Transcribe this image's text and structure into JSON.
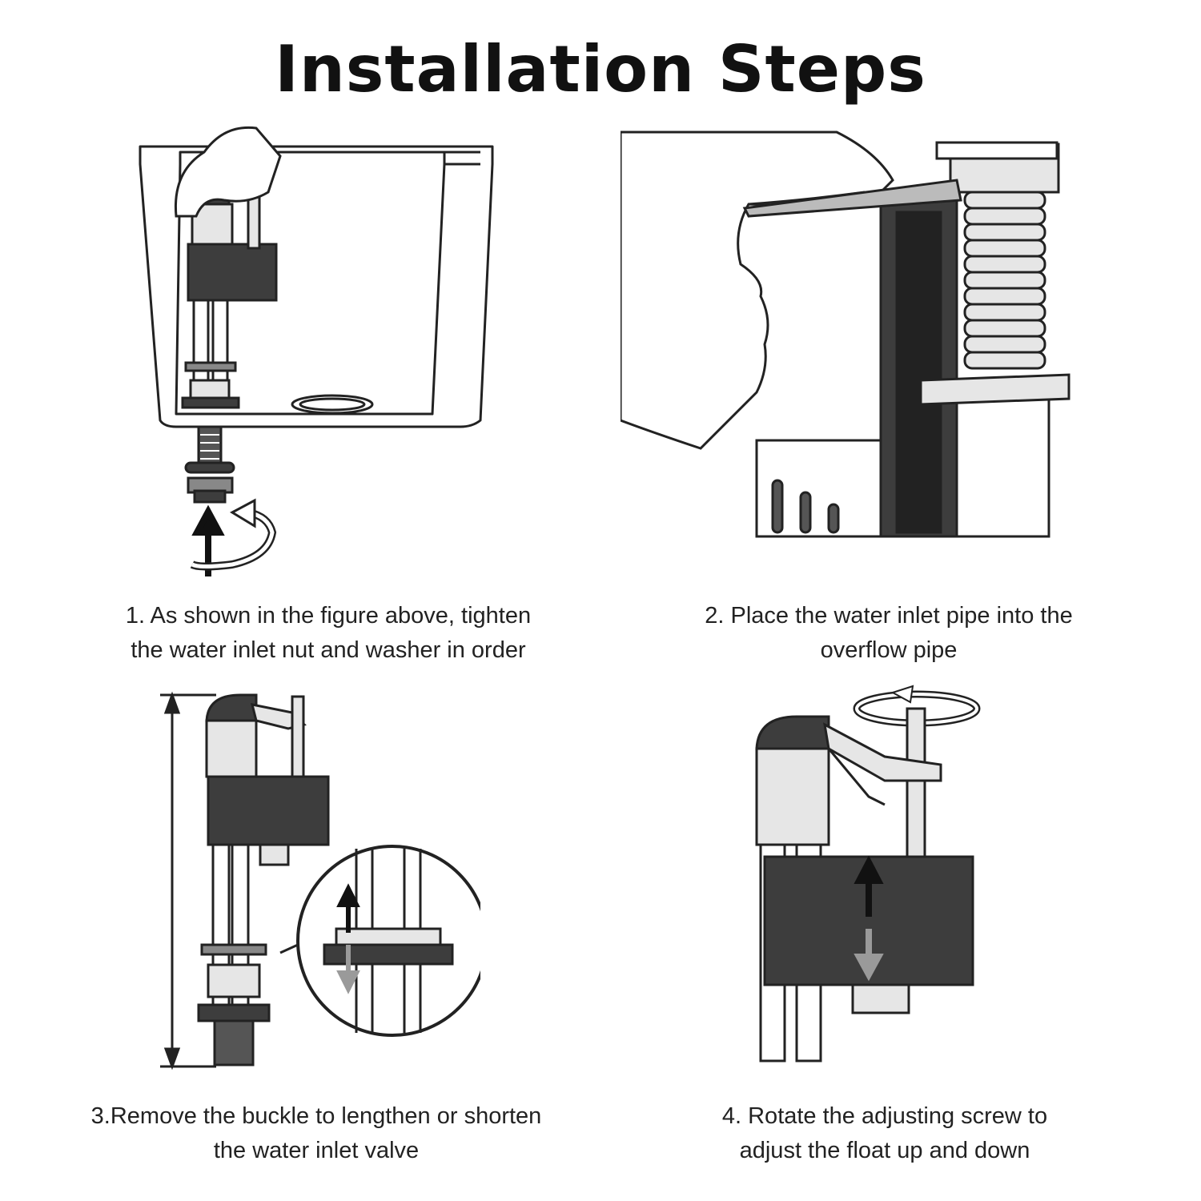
{
  "title": "Installation Steps",
  "steps": [
    {
      "number": 1,
      "caption_lines": [
        "1. As shown in the figure above, tighten",
        "the water inlet nut and washer in order"
      ]
    },
    {
      "number": 2,
      "caption_lines": [
        "2. Place the water inlet pipe into the",
        "overflow pipe"
      ]
    },
    {
      "number": 3,
      "caption_lines": [
        "3.Remove the buckle to lengthen or shorten",
        "the water inlet valve"
      ]
    },
    {
      "number": 4,
      "caption_lines": [
        "4. Rotate the adjusting screw to",
        "adjust the float up and down"
      ]
    }
  ],
  "colors": {
    "line": "#222222",
    "dark_part": "#3d3d3d",
    "light_part": "#e6e6e6",
    "arrow_grey": "#9a9a9a"
  },
  "icons": [
    "hand-icon",
    "rotate-arrow-icon",
    "up-arrow-icon",
    "down-arrow-icon"
  ]
}
